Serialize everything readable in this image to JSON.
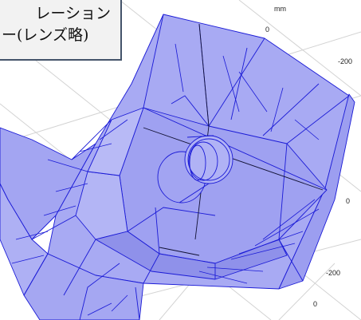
{
  "caption": {
    "line1": "レーション",
    "line2": "ー(レンズ略)"
  },
  "axis": {
    "unit": "mm",
    "tick_top_zero": "0",
    "tick_top_right": "-200",
    "tick_right_zero": "0",
    "tick_bottom_right": "-200",
    "tick_bottom_zero": "0"
  },
  "colors": {
    "model_fill": "#a7a9f2",
    "model_fill_dark": "#8e90e8",
    "model_edge": "#1a1ad6",
    "grid": "#d0d0d0",
    "caption_bg": "#f2f2f2",
    "caption_border": "#44546a"
  }
}
